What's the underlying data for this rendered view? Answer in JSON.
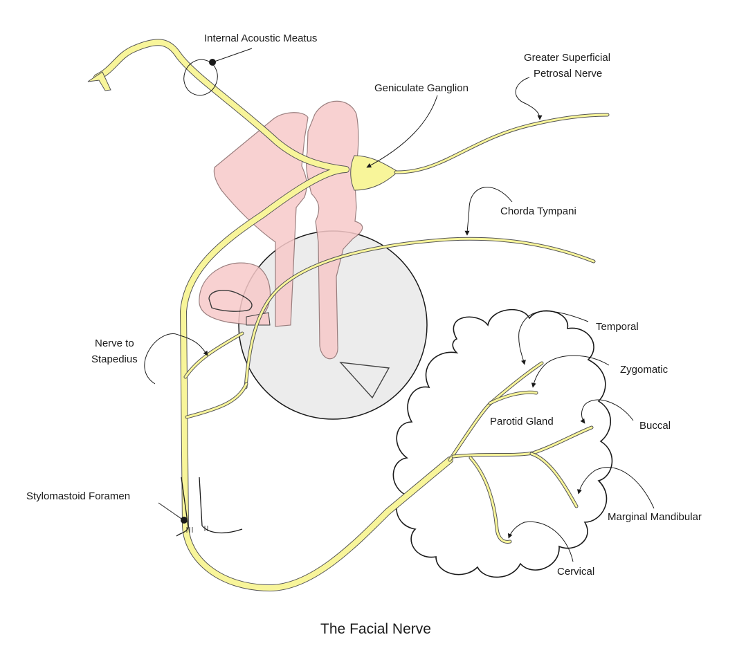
{
  "title": "The Facial Nerve",
  "labels": {
    "internal_acoustic_meatus": "Internal Acoustic Meatus",
    "greater_superficial_petrosal_line1": "Greater Superficial",
    "greater_superficial_petrosal_line2": "Petrosal Nerve",
    "geniculate_ganglion": "Geniculate Ganglion",
    "chorda_tympani": "Chorda Tympani",
    "nerve_to_stapedius_line1": "Nerve to",
    "nerve_to_stapedius_line2": "Stapedius",
    "stylomastoid_foramen": "Stylomastoid Foramen",
    "temporal": "Temporal",
    "zygomatic": "Zygomatic",
    "parotid_gland": "Parotid Gland",
    "buccal": "Buccal",
    "marginal_mandibular": "Marginal Mandibular",
    "cervical": "Cervical"
  },
  "colors": {
    "nerve_fill": "#f8f59a",
    "nerve_outline": "#555555",
    "bone_fill": "#f7c9c9",
    "bone_outline": "#8a6a6a",
    "middle_ear_fill": "#ececec",
    "ink": "#1a1a1a"
  }
}
